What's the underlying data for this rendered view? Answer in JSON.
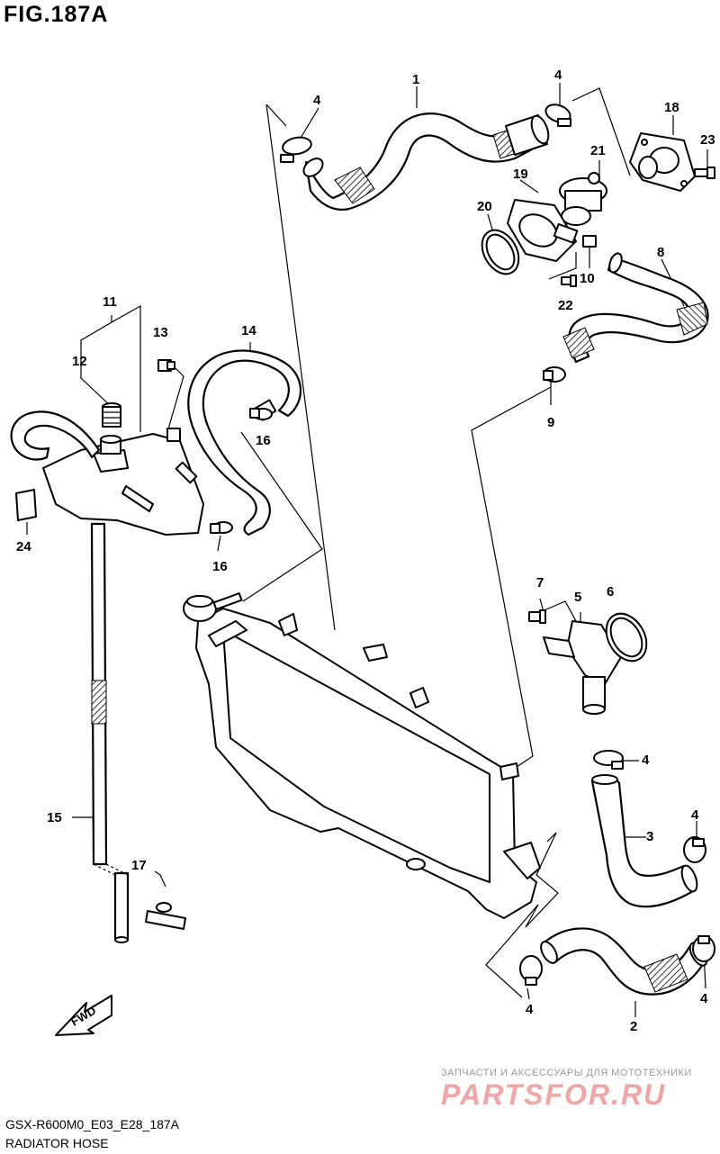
{
  "figure": {
    "title": "FIG.187A"
  },
  "callouts": [
    "1",
    "2",
    "3",
    "4",
    "5",
    "6",
    "7",
    "8",
    "9",
    "10",
    "11",
    "12",
    "13",
    "14",
    "15",
    "16",
    "17",
    "18",
    "19",
    "20",
    "21",
    "22",
    "23",
    "24"
  ],
  "fwd_label": "FWD",
  "footer": {
    "code": "GSX-R600M0_E03_E28_187A",
    "caption": "RADIATOR HOSE"
  },
  "watermark": {
    "line1": "ЗАПЧАСТИ И АКСЕССУАРЫ ДЛЯ МОТОТЕХНИКИ",
    "logo": "PARTSFOR.RU"
  }
}
